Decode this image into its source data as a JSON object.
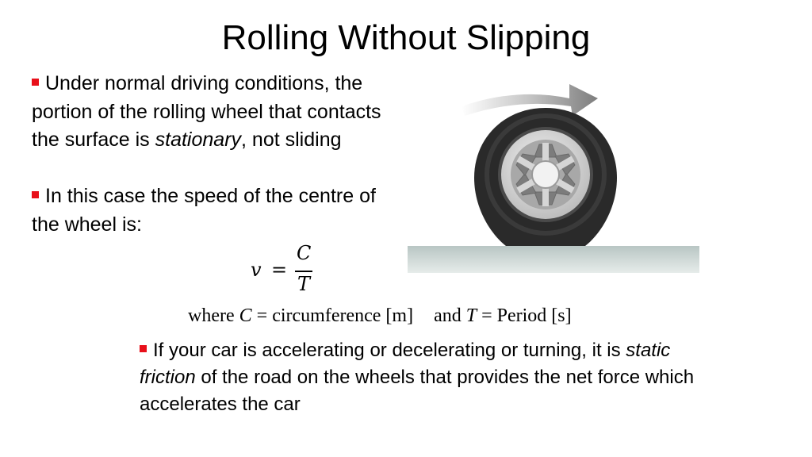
{
  "slide": {
    "title": "Rolling Without Slipping",
    "bullet1": {
      "text_before": "Under normal driving conditions, the portion of the rolling wheel that contacts the surface is ",
      "emphasis": "stationary",
      "text_after": ", not sliding"
    },
    "bullet2": {
      "text": "In this case the speed of the centre of the wheel is:"
    },
    "formula": {
      "lhs": "v",
      "equals": "=",
      "numerator": "C",
      "denominator": "T"
    },
    "where_line": {
      "prefix": "where ",
      "sym1": "C",
      "def1": " = circumference [m]",
      "conj": "and ",
      "sym2": "T",
      "def2": " = Period [s]"
    },
    "bullet3": {
      "text_before": "If your car is accelerating or decelerating or turning, it is ",
      "emphasis": "static friction",
      "text_after": " of the road on the wheels that provides the net force which accelerates the car"
    }
  },
  "colors": {
    "bullet": "#e8101a",
    "tire": "#2b2b2b",
    "rim": "#d9d9d9",
    "spoke": "#8c8c8c",
    "ground": "#c8d3d2",
    "arrow": "#8a8a8a"
  },
  "icons": {
    "bullet": "red-square-bullet",
    "illustration": "rolling-tire-with-arrow"
  }
}
